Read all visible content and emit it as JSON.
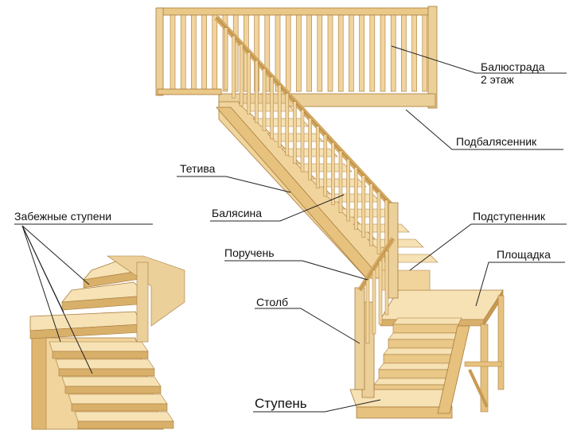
{
  "diagram": {
    "labels": {
      "balustrade": "Балюстрада\n2 этаж",
      "podbalyasennik": "Подбалясенник",
      "tetiva": "Тетива",
      "balyasina": "Балясина",
      "podstupennik": "Подступенник",
      "poruchen": "Поручень",
      "ploshchadka": "Площадка",
      "stolb": "Столб",
      "stupen": "Ступень",
      "zabezhnye": "Забежные ступени"
    },
    "colors": {
      "wood_light": "#f2d9a2",
      "wood_mid": "#e6c27e",
      "wood_dark": "#c99a52",
      "edge": "#a87a3c",
      "leader": "#222222"
    }
  }
}
